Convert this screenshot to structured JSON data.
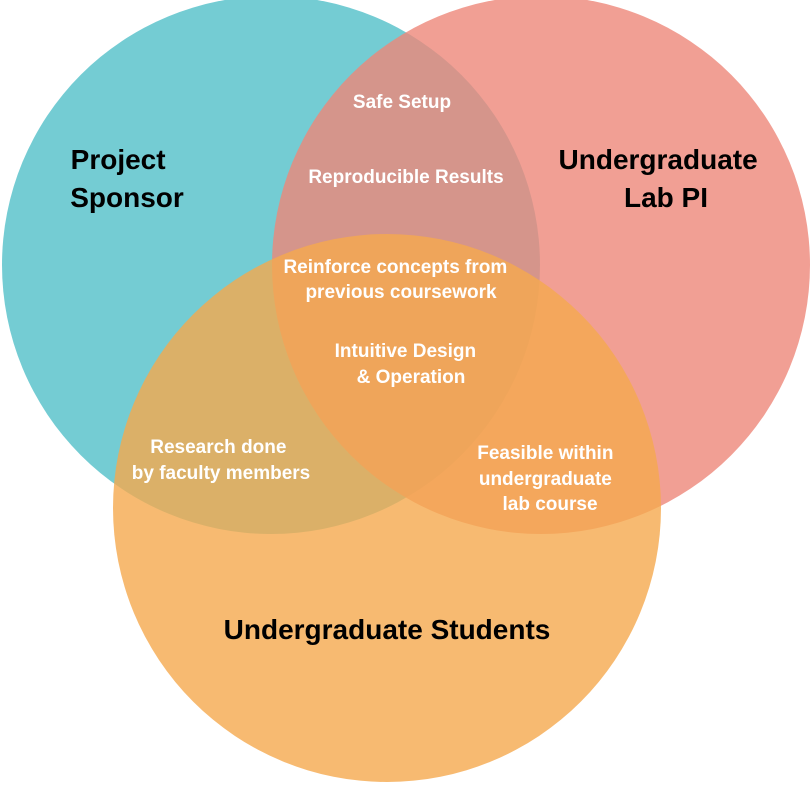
{
  "colors": {
    "sponsor": "#5cc3cb",
    "lab_pi": "#ee8779",
    "students": "#f5a94d",
    "background": "#ffffff",
    "set_text": "#000000",
    "region_text": "#ffffff"
  },
  "sets": {
    "sponsor": {
      "lines": [
        "Project",
        "Sponsor"
      ]
    },
    "lab_pi": {
      "lines": [
        "Undergraduate",
        "Lab PI"
      ]
    },
    "students": {
      "lines": [
        "Undergraduate Students"
      ]
    }
  },
  "regions": {
    "sponsor_lab_pi": {
      "items": [
        {
          "lines": [
            "Safe Setup"
          ]
        },
        {
          "lines": [
            "Reproducible Results"
          ]
        }
      ]
    },
    "all_three": {
      "items": [
        {
          "lines": [
            "Reinforce concepts from",
            "previous coursework"
          ]
        },
        {
          "lines": [
            "Intuitive Design",
            "& Operation"
          ]
        }
      ]
    },
    "sponsor_students": {
      "items": [
        {
          "lines": [
            "Research done",
            "by faculty members"
          ]
        }
      ]
    },
    "lab_pi_students": {
      "items": [
        {
          "lines": [
            "Feasible within",
            "undergraduate",
            "lab course"
          ]
        }
      ]
    }
  }
}
